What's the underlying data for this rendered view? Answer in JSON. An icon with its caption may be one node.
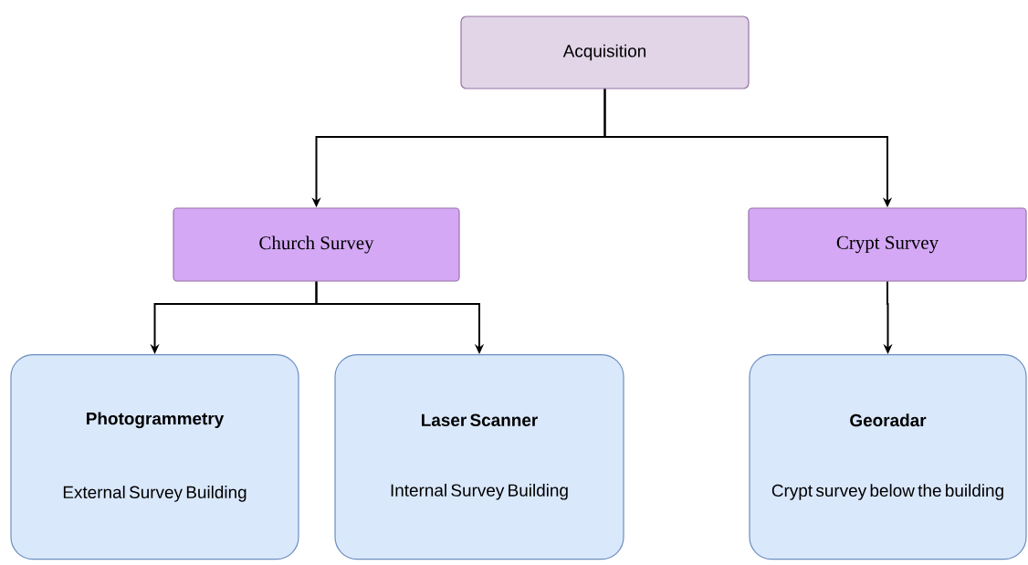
{
  "diagram": {
    "nodes": [
      {
        "text": [
          "Acquisition"
        ]
      },
      {
        "text": [
          "Church Survey"
        ]
      },
      {
        "text": [
          "Crypt Survey"
        ]
      },
      {
        "text": [
          "Photogrammetry",
          "External Survey Building"
        ]
      },
      {
        "text": [
          "Laser Scanner",
          "Internal Survey Building"
        ]
      },
      {
        "text": [
          "Georadar",
          "Crypt survey below the building"
        ]
      }
    ],
    "edges": [
      {
        "from": 0,
        "to": 1,
        "arrow": "to"
      },
      {
        "from": 0,
        "to": 2,
        "arrow": "to"
      },
      {
        "from": 1,
        "to": 3,
        "arrow": "to"
      },
      {
        "from": 1,
        "to": 4,
        "arrow": "to"
      },
      {
        "from": 2,
        "to": 5,
        "arrow": "to"
      }
    ]
  }
}
